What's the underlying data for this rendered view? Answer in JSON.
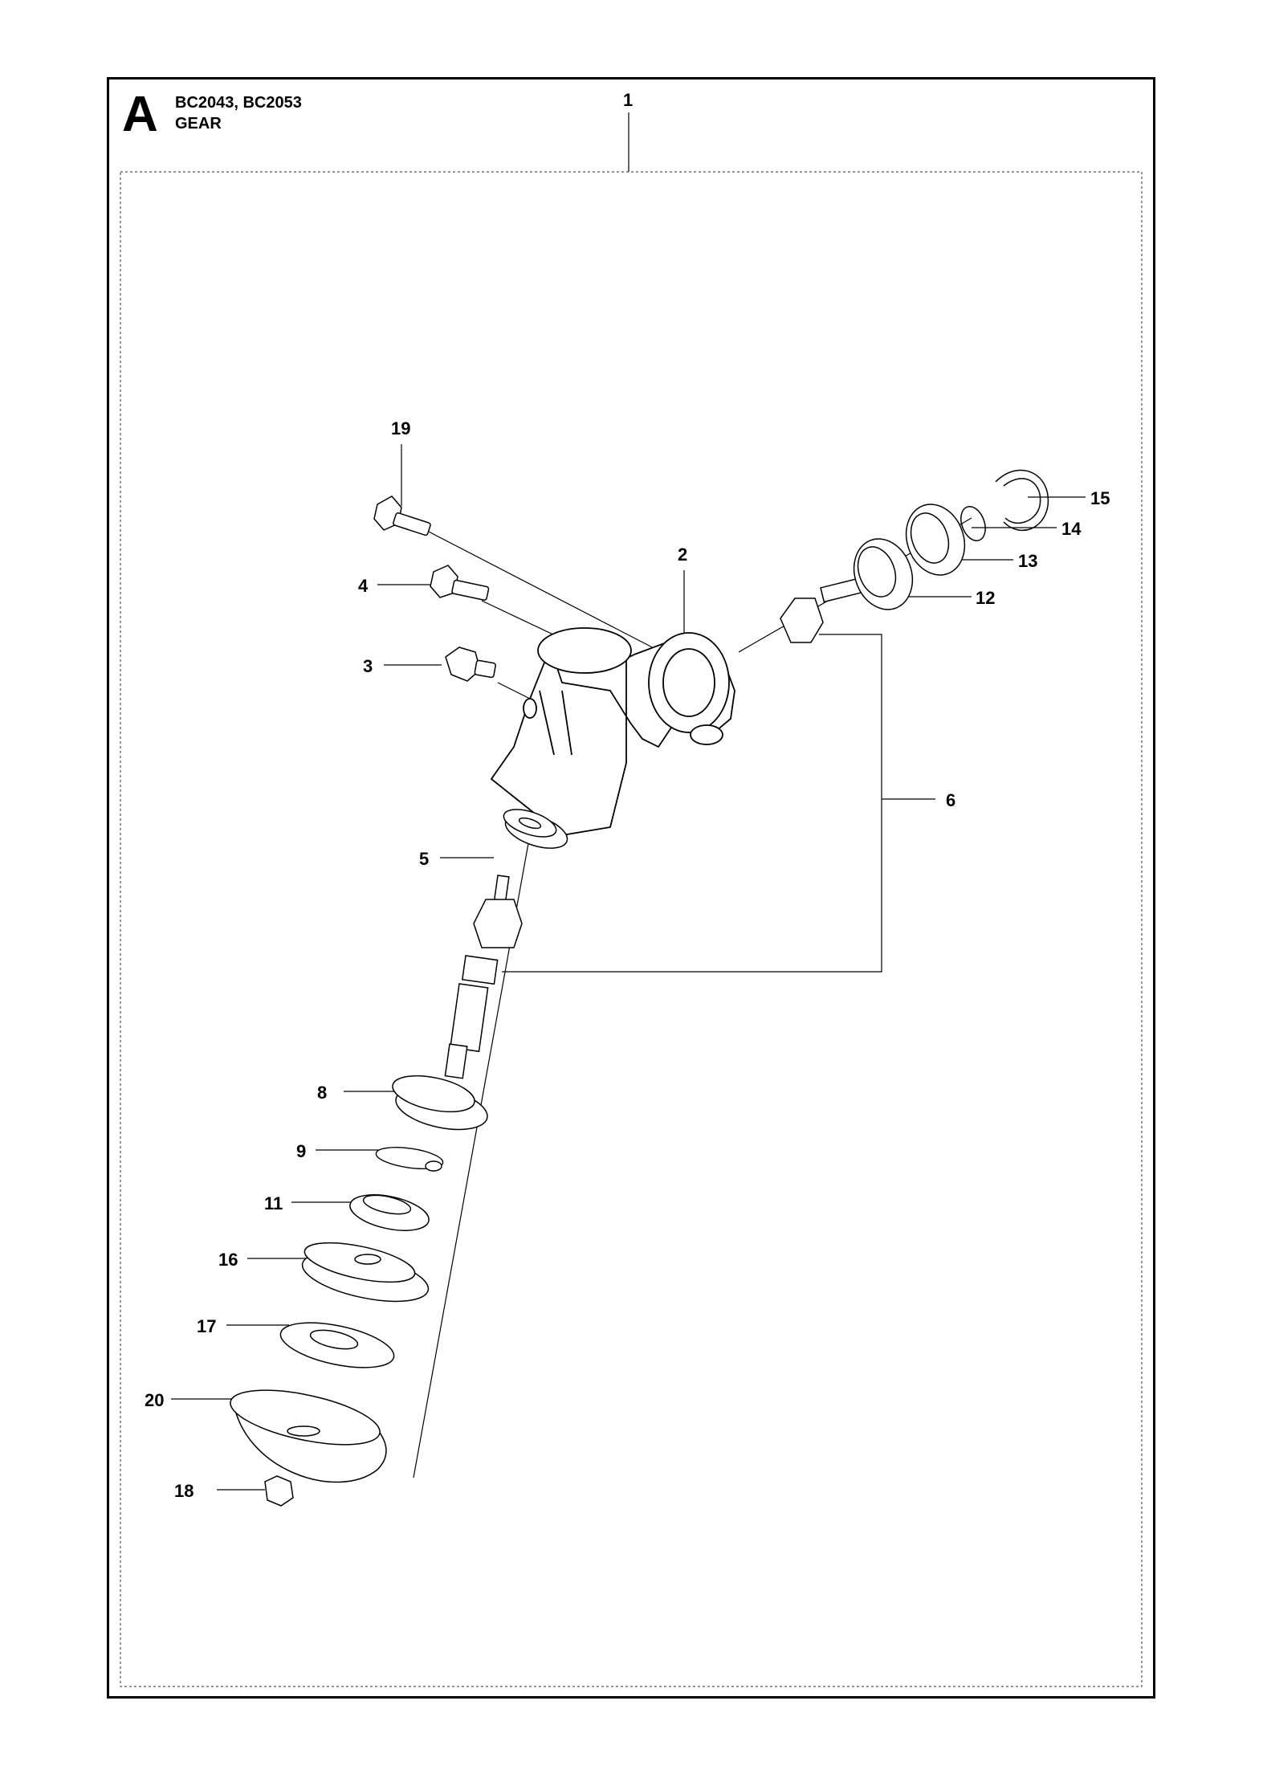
{
  "header": {
    "section_letter": "A",
    "models": "BC2043, BC2053",
    "title": "GEAR"
  },
  "callouts": [
    {
      "id": "1",
      "label": "1"
    },
    {
      "id": "2",
      "label": "2"
    },
    {
      "id": "3",
      "label": "3"
    },
    {
      "id": "4",
      "label": "4"
    },
    {
      "id": "5",
      "label": "5"
    },
    {
      "id": "6",
      "label": "6"
    },
    {
      "id": "8",
      "label": "8"
    },
    {
      "id": "9",
      "label": "9"
    },
    {
      "id": "11",
      "label": "11"
    },
    {
      "id": "12",
      "label": "12"
    },
    {
      "id": "13",
      "label": "13"
    },
    {
      "id": "14",
      "label": "14"
    },
    {
      "id": "15",
      "label": "15"
    },
    {
      "id": "16",
      "label": "16"
    },
    {
      "id": "17",
      "label": "17"
    },
    {
      "id": "18",
      "label": "18"
    },
    {
      "id": "19",
      "label": "19"
    },
    {
      "id": "20",
      "label": "20"
    }
  ]
}
